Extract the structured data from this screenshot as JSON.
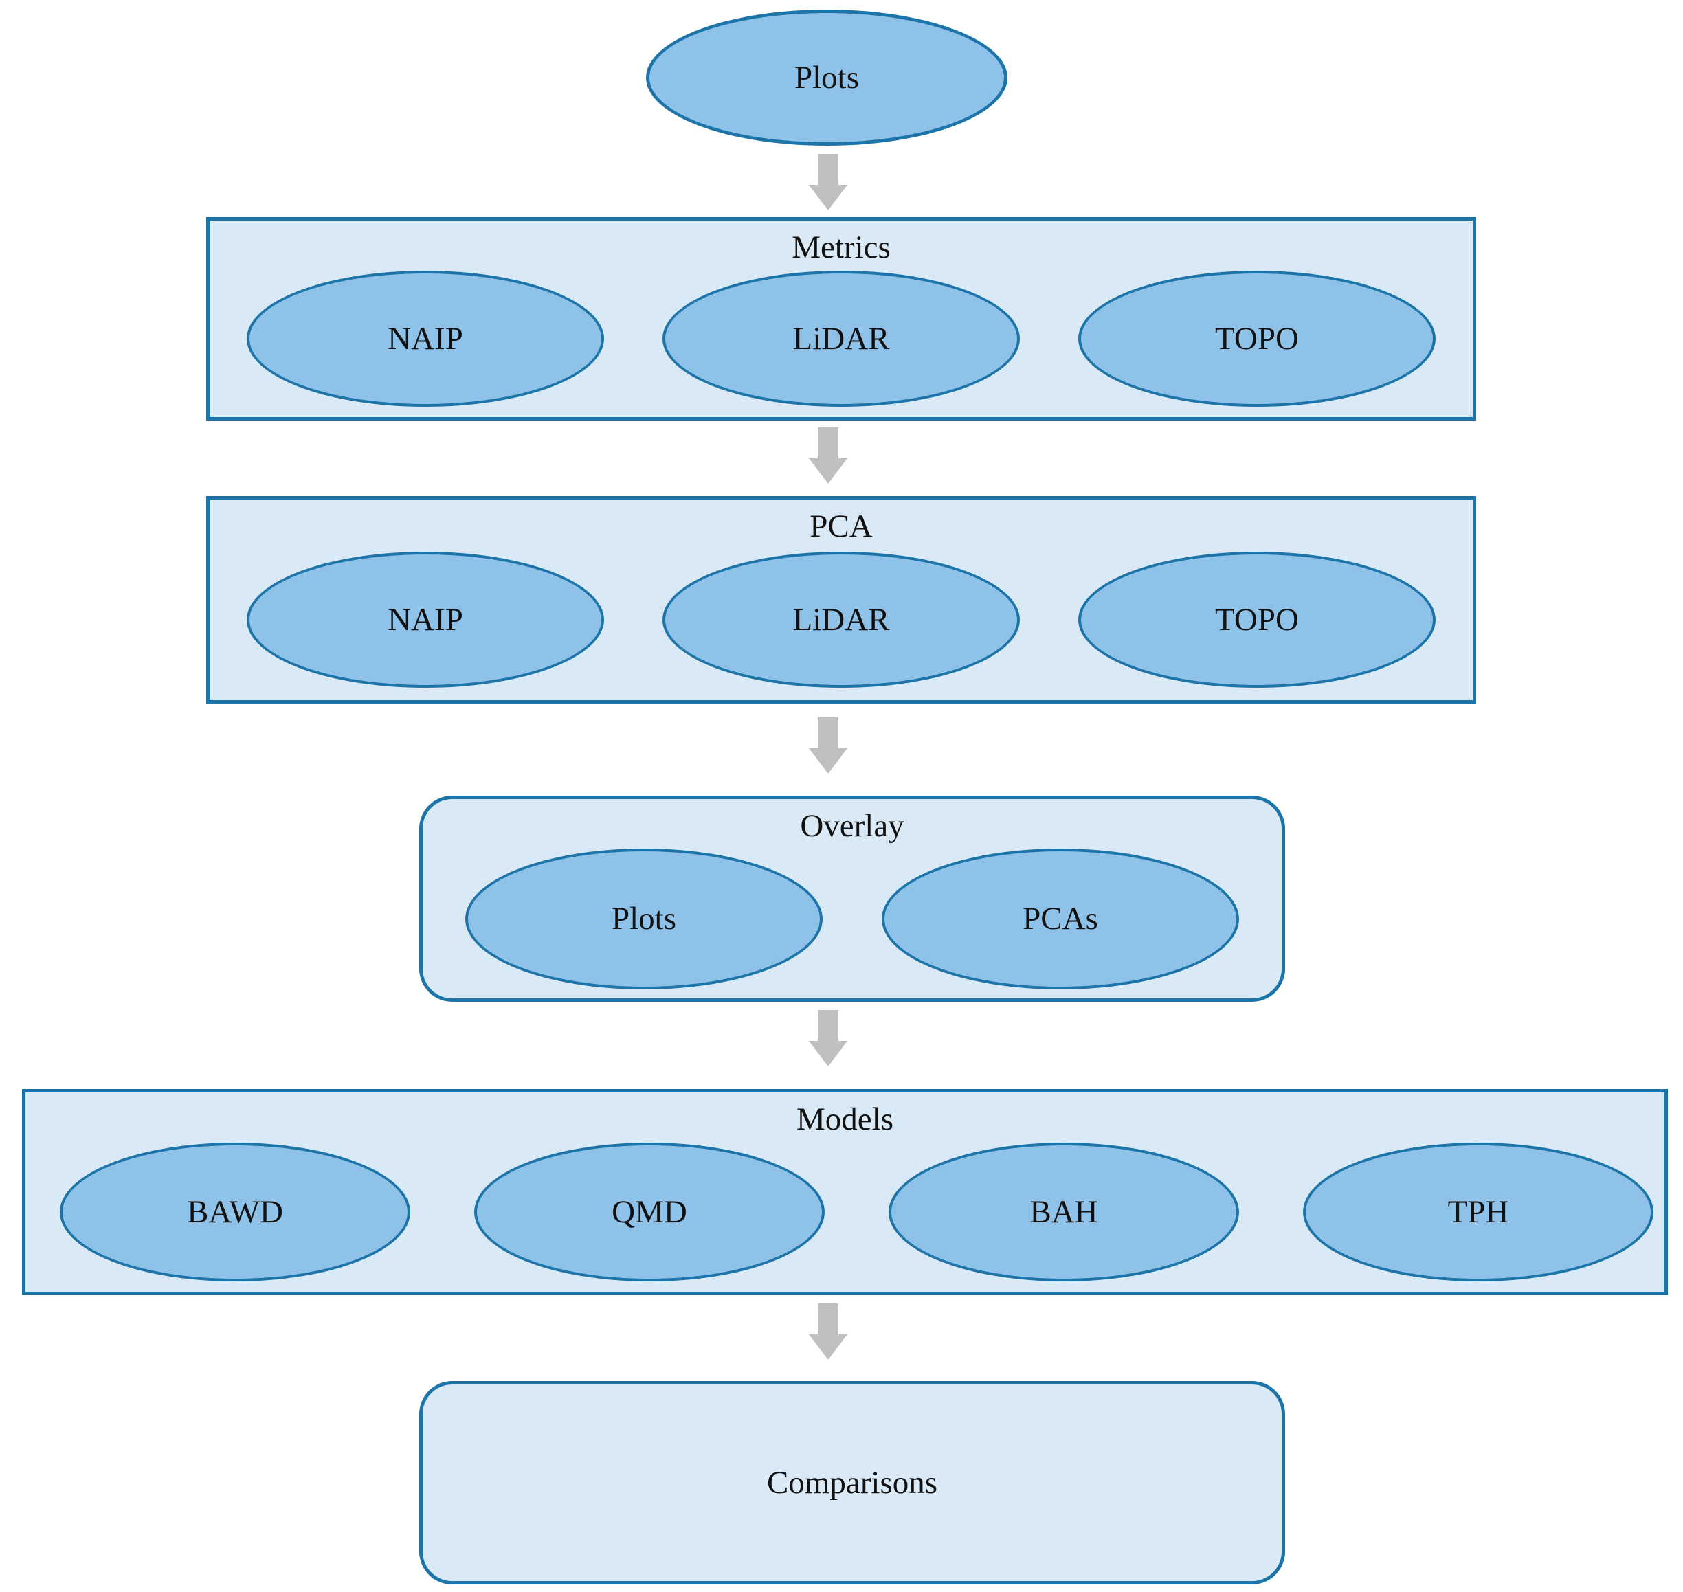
{
  "colors": {
    "container_fill": "#DAE9F6",
    "container_border": "#1C74A8",
    "node_fill": "#8FC2E9",
    "node_border": "#1C74A8",
    "arrow": "#BFBFBF",
    "text": "#111111"
  },
  "flow": {
    "start": {
      "label": "Plots"
    },
    "metrics": {
      "title": "Metrics",
      "nodes": [
        "NAIP",
        "LiDAR",
        "TOPO"
      ]
    },
    "pca": {
      "title": "PCA",
      "nodes": [
        "NAIP",
        "LiDAR",
        "TOPO"
      ]
    },
    "overlay": {
      "title": "Overlay",
      "nodes": [
        "Plots",
        "PCAs"
      ]
    },
    "models": {
      "title": "Models",
      "nodes": [
        "BAWD",
        "QMD",
        "BAH",
        "TPH"
      ]
    },
    "comparisons": {
      "title": "Comparisons"
    }
  }
}
